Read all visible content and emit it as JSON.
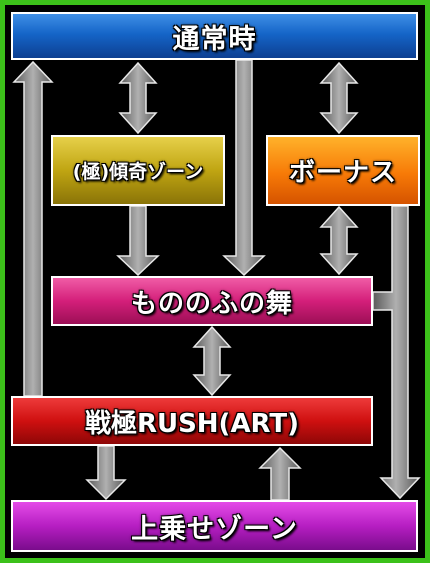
{
  "nodes": {
    "normal": "通常時",
    "kyoku": "(極)傾奇ゾーン",
    "bonus": "ボーナス",
    "mono": "もののふの舞",
    "rush": "戦極RUSH(ART)",
    "uwanose": "上乗せゾーン"
  },
  "colors": {
    "frame": "#3cc11a",
    "background": "#000000",
    "arrow": "#8a8a8a",
    "normal": "#1565c8",
    "kyoku": "#c0a512",
    "bonus": "#f77a07",
    "mono": "#d41f7a",
    "rush": "#cf1010",
    "uwanose": "#b61ec2"
  }
}
